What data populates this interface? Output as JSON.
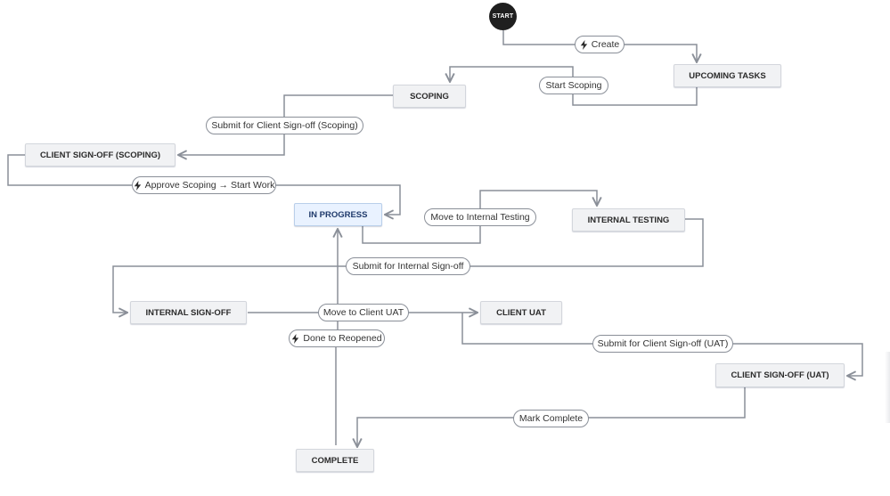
{
  "start": {
    "label": "START"
  },
  "statuses": {
    "upcoming_tasks": "UPCOMING TASKS",
    "scoping": "SCOPING",
    "client_signoff_scoping": "CLIENT SIGN-OFF (SCOPING)",
    "in_progress": "IN PROGRESS",
    "internal_testing": "INTERNAL TESTING",
    "internal_signoff": "INTERNAL SIGN-OFF",
    "client_uat": "CLIENT UAT",
    "client_signoff_uat": "CLIENT SIGN-OFF (UAT)",
    "complete": "COMPLETE"
  },
  "transitions": {
    "create": "Create",
    "start_scoping": "Start Scoping",
    "submit_client_signoff_scoping": "Submit for Client Sign-off (Scoping)",
    "approve_scoping": "Approve Scoping → Start Work",
    "move_internal_testing": "Move to Internal Testing",
    "submit_internal_signoff": "Submit for Internal Sign-off",
    "move_client_uat": "Move to Client UAT",
    "done_to_reopened": "Done to Reopened",
    "submit_client_signoff_uat": "Submit for Client Sign-off (UAT)",
    "mark_complete": "Mark Complete"
  },
  "icons": {
    "automation": "lightning-bolt-icon"
  },
  "colors": {
    "line": "#8a8f98",
    "status_bg": "#f1f2f4",
    "active_bg": "#e9f2ff",
    "start_bg": "#1f1f1f"
  }
}
